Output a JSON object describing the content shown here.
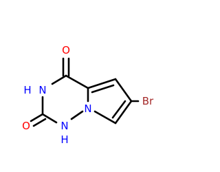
{
  "molecule": {
    "atoms": {
      "o_top": "O",
      "nh_left": "H",
      "nh_left_n": "N",
      "o_left": "O",
      "n_bridge": "N",
      "n_bottom": "N",
      "h_bottom": "H",
      "br": "Br"
    }
  },
  "colors": {
    "bond": "#000000",
    "oxygen": "#ff0000",
    "nitrogen": "#0000ff",
    "bromine": "#a52a2a"
  }
}
